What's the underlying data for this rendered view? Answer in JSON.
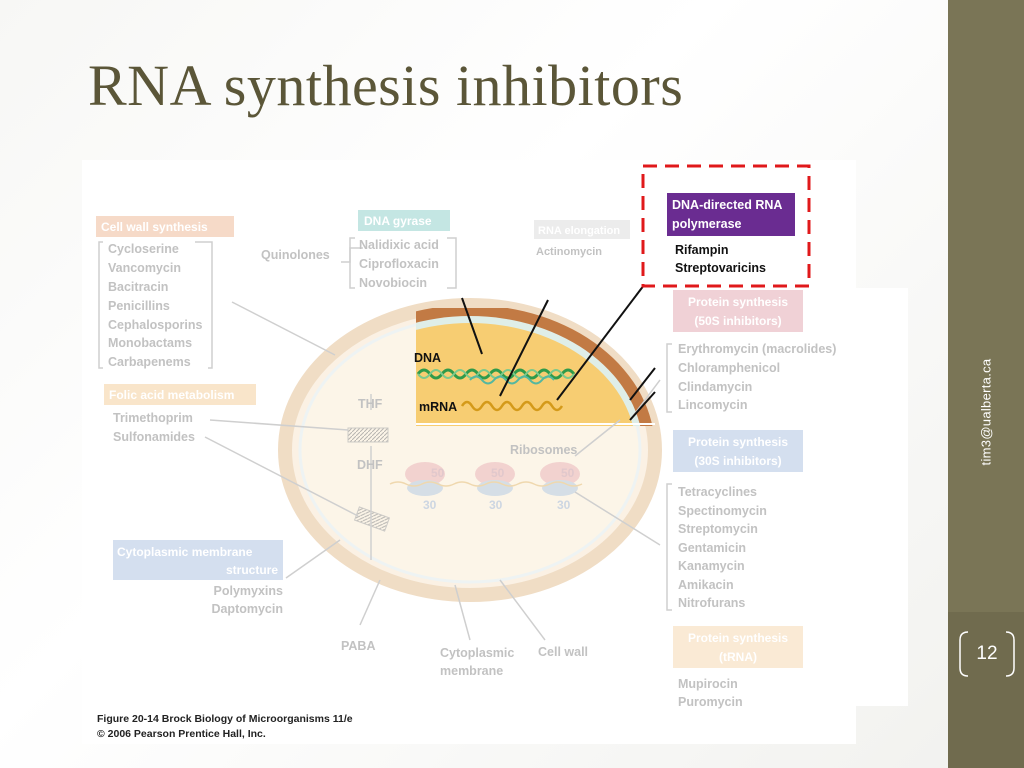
{
  "slide": {
    "title": "RNA synthesis inhibitors",
    "author_tag": "tim3@ualberta.ca",
    "page_number": "12"
  },
  "figure": {
    "caption_line1": "Figure 20-14  Brock Biology of Microorganisms 11/e",
    "caption_line2": "© 2006 Pearson Prentice Hall, Inc.",
    "highlight": {
      "title_line1": "DNA-directed RNA",
      "title_line2": "polymerase",
      "drugs": [
        "Rifampin",
        "Streptovaricins"
      ],
      "color": "#6a2c91",
      "border_color": "#e0191b"
    },
    "groups": {
      "cell_wall": {
        "label": "Cell wall synthesis",
        "drugs": [
          "Cycloserine",
          "Vancomycin",
          "Bacitracin",
          "Penicillins",
          "Cephalosporins",
          "Monobactams",
          "Carbapenems"
        ]
      },
      "dna_gyrase": {
        "label": "DNA gyrase",
        "prefix": "Quinolones",
        "drugs": [
          "Nalidixic acid",
          "Ciprofloxacin",
          "Novobiocin"
        ]
      },
      "rna_elongation": {
        "label": "RNA elongation",
        "drugs": [
          "Actinomycin"
        ]
      },
      "folic_acid": {
        "label": "Folic acid metabolism",
        "drugs": [
          "Trimethoprim",
          "Sulfonamides"
        ]
      },
      "membrane": {
        "label_line1": "Cytoplasmic membrane",
        "label_line2": "structure",
        "drugs": [
          "Polymyxins",
          "Daptomycin"
        ]
      },
      "protein_50s": {
        "label_line1": "Protein synthesis",
        "label_line2": "(50S inhibitors)",
        "drugs": [
          "Erythromycin (macrolides)",
          "Chloramphenicol",
          "Clindamycin",
          "Lincomycin"
        ]
      },
      "protein_30s": {
        "label_line1": "Protein synthesis",
        "label_line2": "(30S inhibitors)",
        "drugs": [
          "Tetracyclines",
          "Spectinomycin",
          "Streptomycin",
          "Gentamicin",
          "Kanamycin",
          "Amikacin",
          "Nitrofurans"
        ]
      },
      "protein_trna": {
        "label_line1": "Protein synthesis",
        "label_line2": "(tRNA)",
        "drugs": [
          "Mupirocin",
          "Puromycin"
        ]
      }
    },
    "cell_labels": {
      "dna": "DNA",
      "mrna": "mRNA",
      "thf": "THF",
      "dhf": "DHF",
      "paba": "PABA",
      "ribosomes": "Ribosomes",
      "large_subunit": "50",
      "small_subunit": "30",
      "cytoplasmic_membrane_line1": "Cytoplasmic",
      "cytoplasmic_membrane_line2": "membrane",
      "cell_wall": "Cell wall"
    },
    "colors": {
      "cell_wall_box": "#e07a3a",
      "dna_gyrase_box": "#2aa79b",
      "folic_box": "#e8a040",
      "membrane_box": "#3b6cb5",
      "protein_50s_box": "#c2475d",
      "protein_30s_box": "#3b6cb5",
      "protein_trna_box": "#e8a040",
      "dna_strand": "#2f9a4a",
      "mrna_strand": "#d49a1a",
      "cell_interior": "#f7cd72",
      "cell_wall_layer": "#b76a35"
    }
  }
}
